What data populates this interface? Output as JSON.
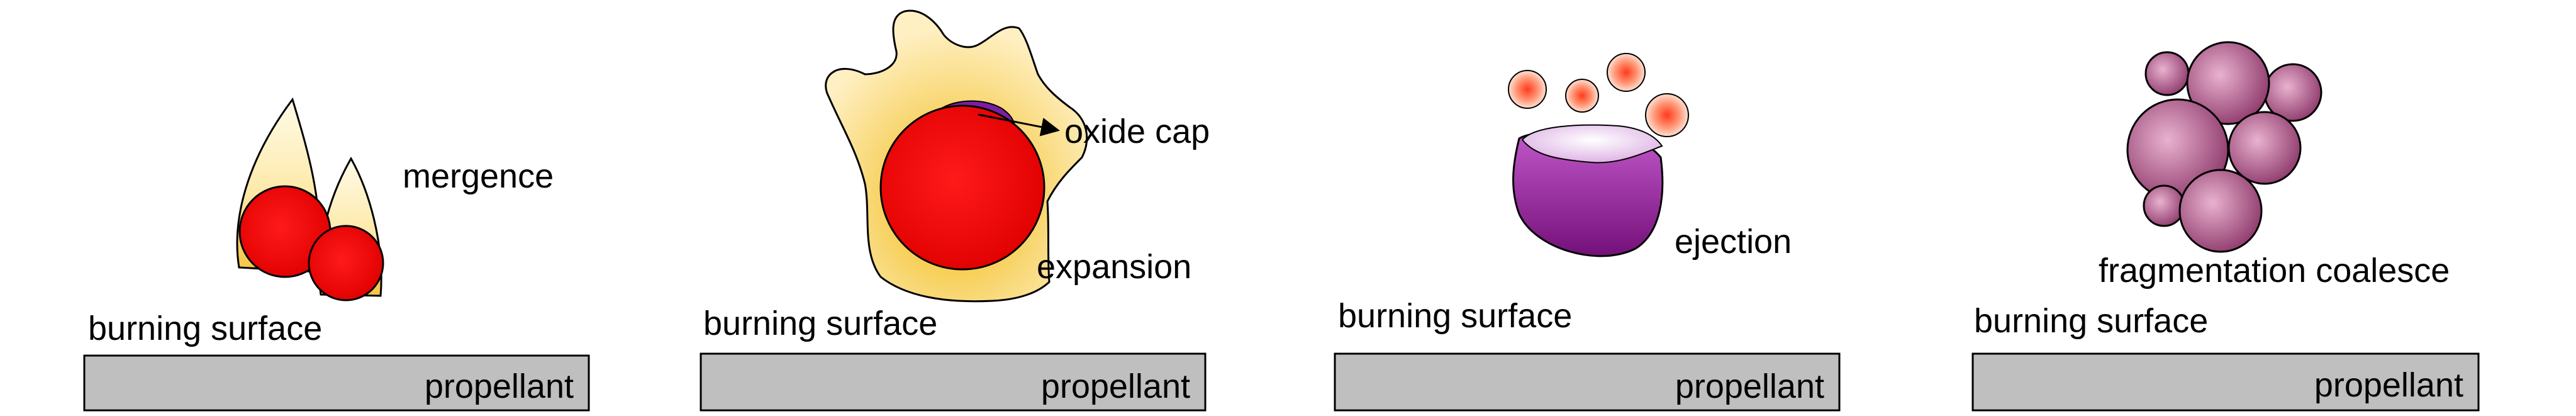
{
  "panels": [
    {
      "id": "merge",
      "label": "mergence",
      "surface": "burning surface",
      "base": "propellant"
    },
    {
      "id": "expand",
      "label": "expansion",
      "callout": "oxide cap",
      "surface": "burning surface",
      "base": "propellant"
    },
    {
      "id": "eject",
      "label": "ejection",
      "surface": "burning surface",
      "base": "propellant"
    },
    {
      "id": "frag",
      "label": "fragmentation coalesce",
      "surface": "burning surface",
      "base": "propellant"
    }
  ],
  "colors": {
    "propellant_fill": "#bfbfbf",
    "flame_light": "#fff6d0",
    "flame_dark": "#f5c542",
    "droplet_red": "#ff0000",
    "oxide_purple": "#7a1fa2",
    "ejection_purple": "#9b2fa3",
    "fragment_mauve": "#a04e7f",
    "spark_orange": "#ff7043"
  }
}
